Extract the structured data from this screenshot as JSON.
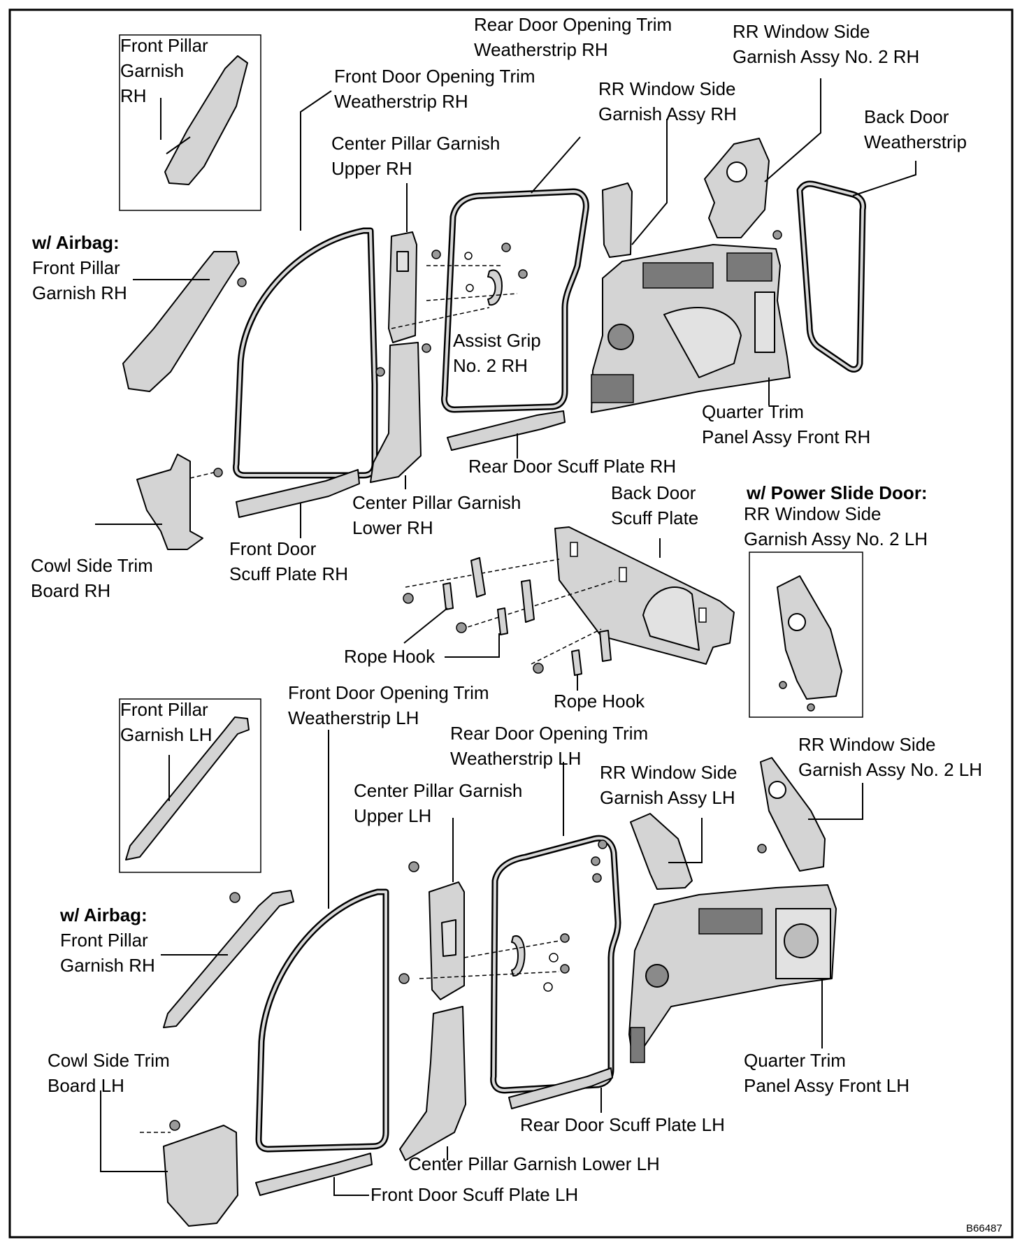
{
  "diagram_code": "B66487",
  "labels": {
    "rh_front_pillar_inset": [
      "Front Pillar",
      "Garnish",
      "RH"
    ],
    "rh_airbag_heading": "w/ Airbag:",
    "rh_airbag_pillar": [
      "Front Pillar",
      "Garnish RH"
    ],
    "rh_front_door_ws": [
      "Front Door Opening Trim",
      "Weatherstrip RH"
    ],
    "rh_center_upper": [
      "Center Pillar Garnish",
      "Upper RH"
    ],
    "rh_rear_door_ws": [
      "Rear Door Opening Trim",
      "Weatherstrip RH"
    ],
    "rh_window_garnish": [
      "RR Window Side",
      "Garnish Assy RH"
    ],
    "rh_window_garnish_no2": [
      "RR Window Side",
      "Garnish Assy No. 2 RH"
    ],
    "back_door_ws": [
      "Back Door",
      "Weatherstrip"
    ],
    "assist_grip": [
      "Assist Grip",
      "No. 2 RH"
    ],
    "rh_quarter_panel": [
      "Quarter Trim",
      "Panel Assy Front RH"
    ],
    "rh_rear_scuff": "Rear Door Scuff Plate RH",
    "rh_center_lower": [
      "Center Pillar Garnish",
      "Lower RH"
    ],
    "rh_cowl": [
      "Cowl Side Trim",
      "Board RH"
    ],
    "rh_front_scuff": [
      "Front Door",
      "Scuff Plate RH"
    ],
    "back_door_scuff": [
      "Back Door",
      "Scuff Plate"
    ],
    "power_slide_heading": "w/ Power Slide Door:",
    "power_slide_garnish": [
      "RR Window Side",
      "Garnish Assy No. 2 LH"
    ],
    "rope_hook_1": "Rope Hook",
    "rope_hook_2": "Rope Hook",
    "lh_front_pillar_inset": [
      "Front Pillar",
      "Garnish LH"
    ],
    "lh_front_door_ws": [
      "Front Door Opening Trim",
      "Weatherstrip LH"
    ],
    "lh_rear_door_ws": [
      "Rear Door Opening Trim",
      "Weatherstrip LH"
    ],
    "lh_center_upper": [
      "Center Pillar Garnish",
      "Upper LH"
    ],
    "lh_window_garnish": [
      "RR Window Side",
      "Garnish Assy LH"
    ],
    "lh_window_garnish_no2": [
      "RR Window Side",
      "Garnish Assy No. 2 LH"
    ],
    "lh_airbag_heading": "w/ Airbag:",
    "lh_airbag_pillar": [
      "Front Pillar",
      "Garnish RH"
    ],
    "lh_cowl": [
      "Cowl Side Trim",
      "Board LH"
    ],
    "lh_quarter_panel": [
      "Quarter Trim",
      "Panel Assy Front LH"
    ],
    "lh_rear_scuff": "Rear Door Scuff Plate LH",
    "lh_center_lower": "Center Pillar Garnish Lower LH",
    "lh_front_scuff": "Front Door Scuff Plate LH"
  }
}
